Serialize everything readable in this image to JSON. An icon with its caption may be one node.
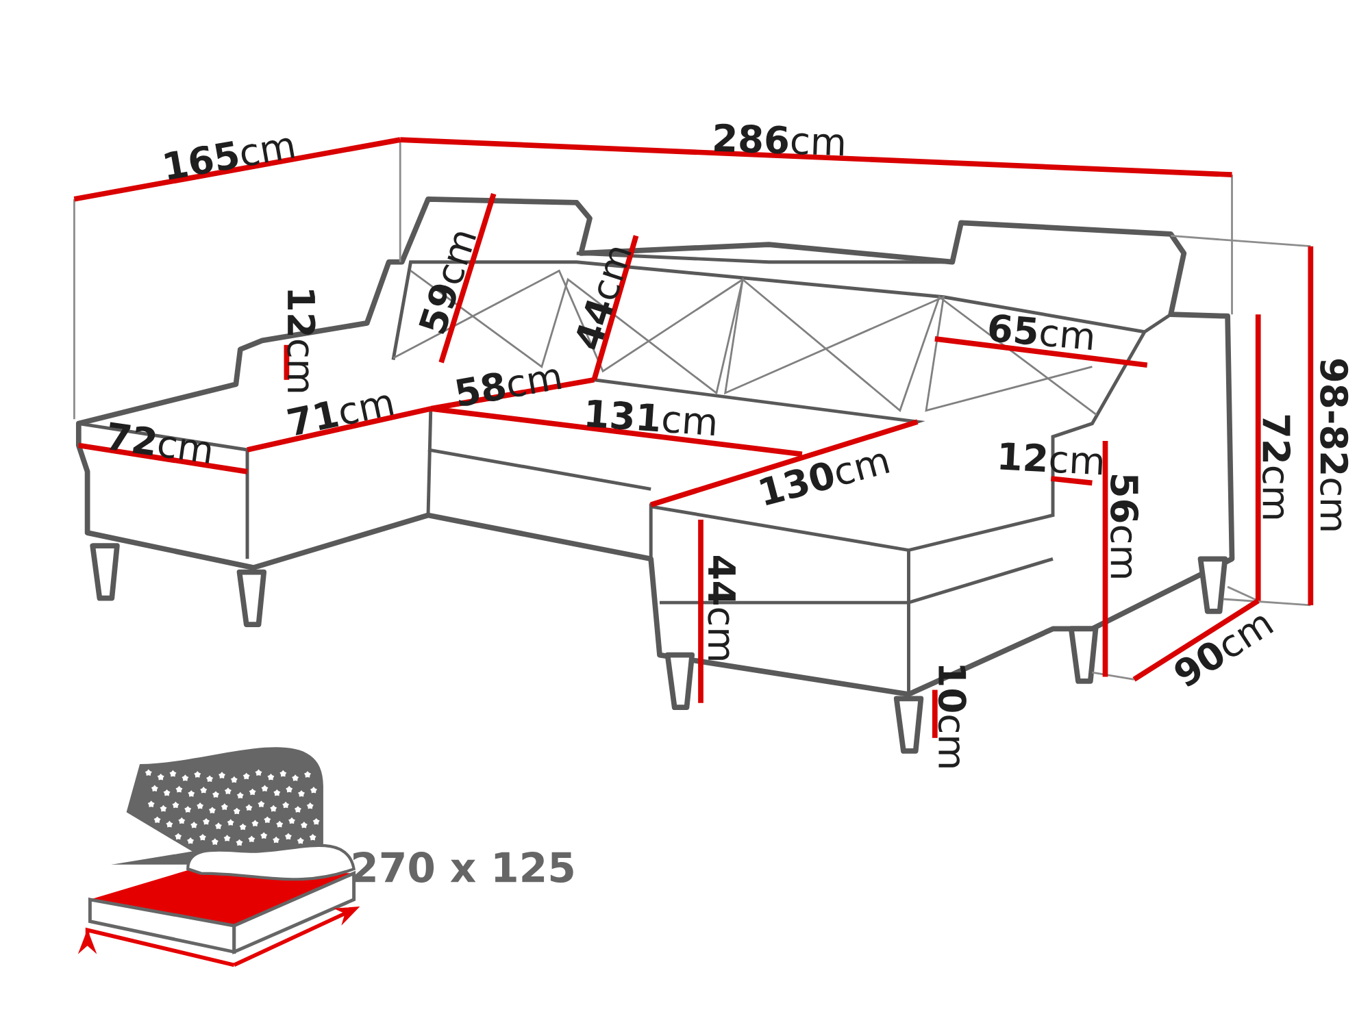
{
  "diagram": {
    "labels": [
      "**165**cm",
      "**286**cm",
      "**12**cm",
      "**59**cm",
      "**44**cm",
      "**65**cm",
      "**98-82**cm",
      "**72**cm",
      "**58**cm",
      "**71**cm",
      "**131**cm",
      "**72**cm",
      "**12**cm",
      "**130**cm",
      "**56**cm",
      "**44**cm",
      "**90**cm",
      "**10**cm",
      "270 x 125"
    ]
  }
}
